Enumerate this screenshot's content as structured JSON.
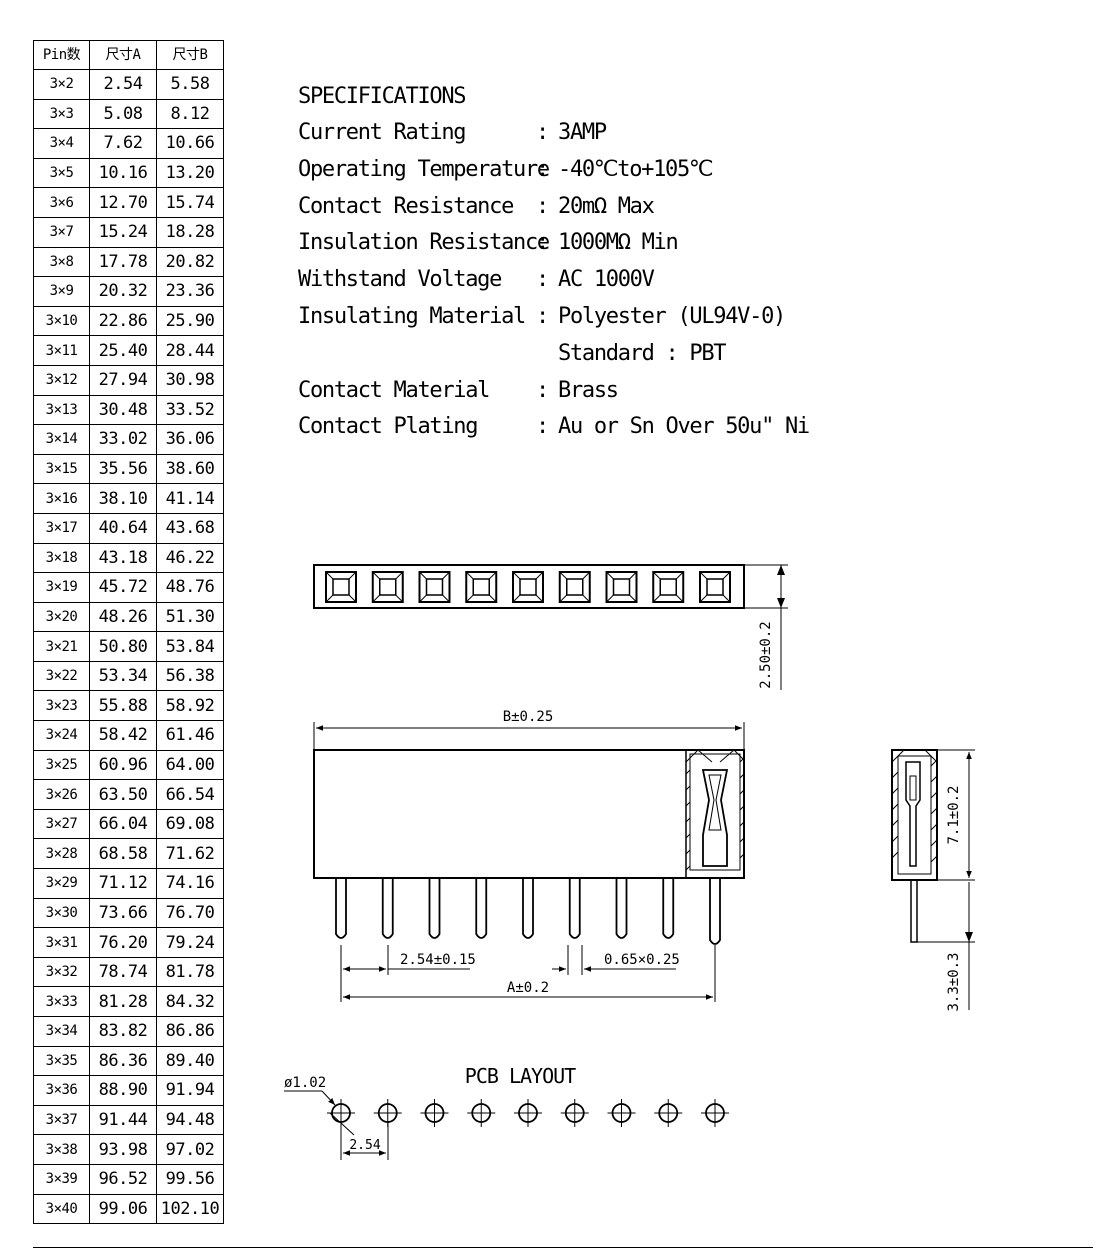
{
  "table": {
    "headers": [
      "Pin数",
      "尺寸A",
      "尺寸B"
    ],
    "rows": [
      [
        "3×2",
        "2.54",
        "5.58"
      ],
      [
        "3×3",
        "5.08",
        "8.12"
      ],
      [
        "3×4",
        "7.62",
        "10.66"
      ],
      [
        "3×5",
        "10.16",
        "13.20"
      ],
      [
        "3×6",
        "12.70",
        "15.74"
      ],
      [
        "3×7",
        "15.24",
        "18.28"
      ],
      [
        "3×8",
        "17.78",
        "20.82"
      ],
      [
        "3×9",
        "20.32",
        "23.36"
      ],
      [
        "3×10",
        "22.86",
        "25.90"
      ],
      [
        "3×11",
        "25.40",
        "28.44"
      ],
      [
        "3×12",
        "27.94",
        "30.98"
      ],
      [
        "3×13",
        "30.48",
        "33.52"
      ],
      [
        "3×14",
        "33.02",
        "36.06"
      ],
      [
        "3×15",
        "35.56",
        "38.60"
      ],
      [
        "3×16",
        "38.10",
        "41.14"
      ],
      [
        "3×17",
        "40.64",
        "43.68"
      ],
      [
        "3×18",
        "43.18",
        "46.22"
      ],
      [
        "3×19",
        "45.72",
        "48.76"
      ],
      [
        "3×20",
        "48.26",
        "51.30"
      ],
      [
        "3×21",
        "50.80",
        "53.84"
      ],
      [
        "3×22",
        "53.34",
        "56.38"
      ],
      [
        "3×23",
        "55.88",
        "58.92"
      ],
      [
        "3×24",
        "58.42",
        "61.46"
      ],
      [
        "3×25",
        "60.96",
        "64.00"
      ],
      [
        "3×26",
        "63.50",
        "66.54"
      ],
      [
        "3×27",
        "66.04",
        "69.08"
      ],
      [
        "3×28",
        "68.58",
        "71.62"
      ],
      [
        "3×29",
        "71.12",
        "74.16"
      ],
      [
        "3×30",
        "73.66",
        "76.70"
      ],
      [
        "3×31",
        "76.20",
        "79.24"
      ],
      [
        "3×32",
        "78.74",
        "81.78"
      ],
      [
        "3×33",
        "81.28",
        "84.32"
      ],
      [
        "3×34",
        "83.82",
        "86.86"
      ],
      [
        "3×35",
        "86.36",
        "89.40"
      ],
      [
        "3×36",
        "88.90",
        "91.94"
      ],
      [
        "3×37",
        "91.44",
        "94.48"
      ],
      [
        "3×38",
        "93.98",
        "97.02"
      ],
      [
        "3×39",
        "96.52",
        "99.56"
      ],
      [
        "3×40",
        "99.06",
        "102.10"
      ]
    ]
  },
  "specs": {
    "title": "SPECIFICATIONS",
    "separator": ":",
    "items": [
      {
        "label": "Current Rating",
        "value": "3AMP"
      },
      {
        "label": "Operating Temperature",
        "value": "-40℃to+105℃"
      },
      {
        "label": "Contact Resistance",
        "value": "20mΩ Max"
      },
      {
        "label": "Insulation Resistance",
        "value": "1000MΩ Min"
      },
      {
        "label": "Withstand Voltage",
        "value": "AC 1000V"
      },
      {
        "label": "Insulating Material",
        "value": "Polyester (UL94V-0)"
      },
      {
        "label": "",
        "value": "Standard : PBT"
      },
      {
        "label": "Contact Material",
        "value": "Brass"
      },
      {
        "label": "Contact Plating",
        "value": "Au or Sn Over 50u\" Ni"
      }
    ]
  },
  "drawing": {
    "pin_count_shown": 9,
    "dim_height_top": "2.50±0.2",
    "dim_length_b": "B±0.25",
    "dim_height_body": "7.1±0.2",
    "dim_pitch": "2.54±0.15",
    "dim_pin_width": "0.65×0.25",
    "dim_length_a": "A±0.2",
    "dim_tail": "3.3±0.3",
    "pcb_title": "PCB LAYOUT",
    "pcb_hole": "ø1.02",
    "pcb_pitch": "2.54"
  }
}
